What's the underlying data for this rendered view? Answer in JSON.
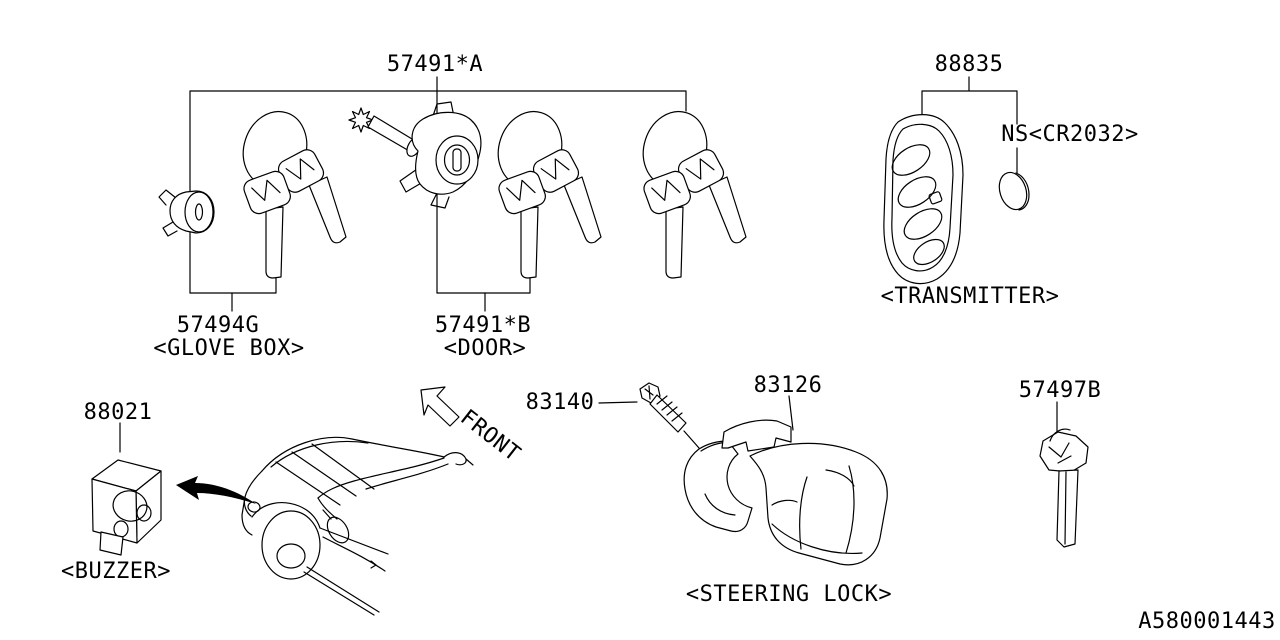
{
  "diagram": {
    "background_color": "#ffffff",
    "line_color": "#000000",
    "footer_code": "A580001443",
    "groups": {
      "key_kit": {
        "part_number": "57491*A"
      },
      "glove_box": {
        "part_number": "57494G",
        "caption": "<GLOVE BOX>"
      },
      "door": {
        "part_number": "57491*B",
        "caption": "<DOOR>"
      },
      "transmitter": {
        "part_number": "88835",
        "caption": "<TRANSMITTER>",
        "battery_note": "NS<CR2032>"
      },
      "buzzer": {
        "part_number": "88021",
        "caption": "<BUZZER>"
      },
      "steering_lock": {
        "part_number": "83126",
        "caption": "<STEERING LOCK>"
      },
      "steering_lock_bolt": {
        "part_number": "83140"
      },
      "emergency_key": {
        "part_number": "57497B"
      },
      "orientation": {
        "label": "FRONT"
      }
    }
  }
}
